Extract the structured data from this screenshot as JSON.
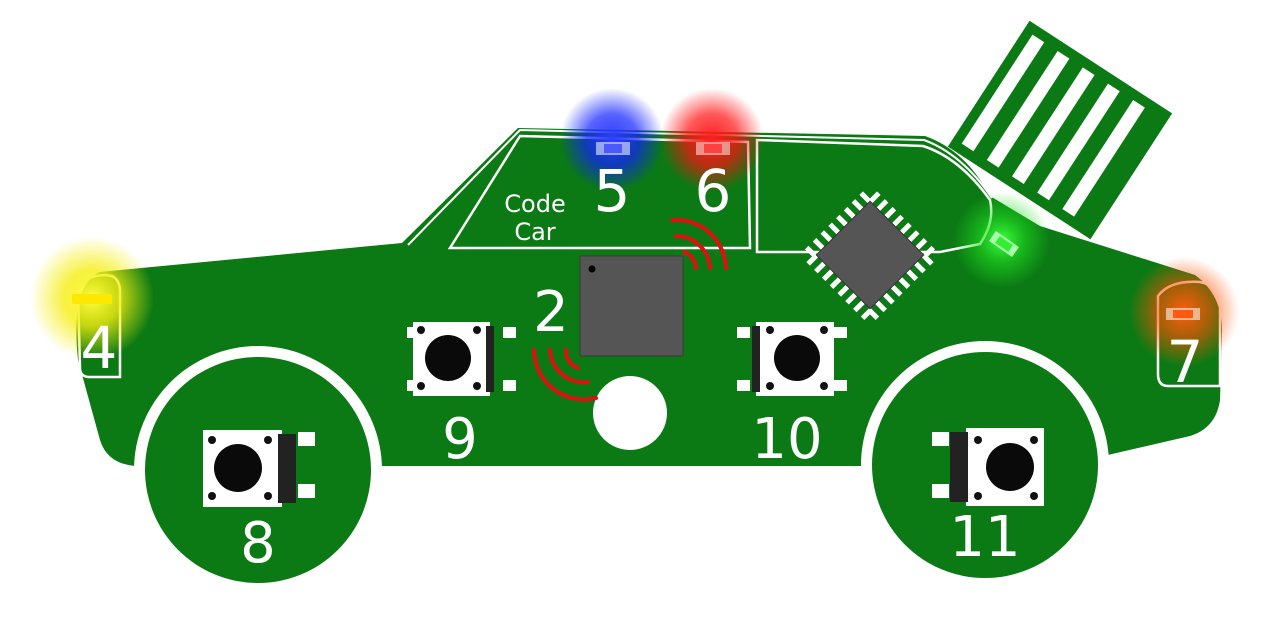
{
  "board_label": {
    "line1": "Code",
    "line2": "Car"
  },
  "pins": {
    "buzzer": "2",
    "led_yellow": "4",
    "led_blue": "5",
    "led_red": "6",
    "led_orange": "7",
    "button_rear_wheel": "8",
    "button_left": "9",
    "button_right": "10",
    "button_front_wheel": "11"
  },
  "colors": {
    "board_green": "#0b7a14",
    "trace_white": "#ffffff",
    "chip_gray": "#555555",
    "signal_red": "#e01010",
    "led_yellow": "#ffee00",
    "led_blue": "#1a2bff",
    "led_red": "#ff1a1a",
    "led_orange": "#ff5a00",
    "led_green": "#22dd22"
  }
}
